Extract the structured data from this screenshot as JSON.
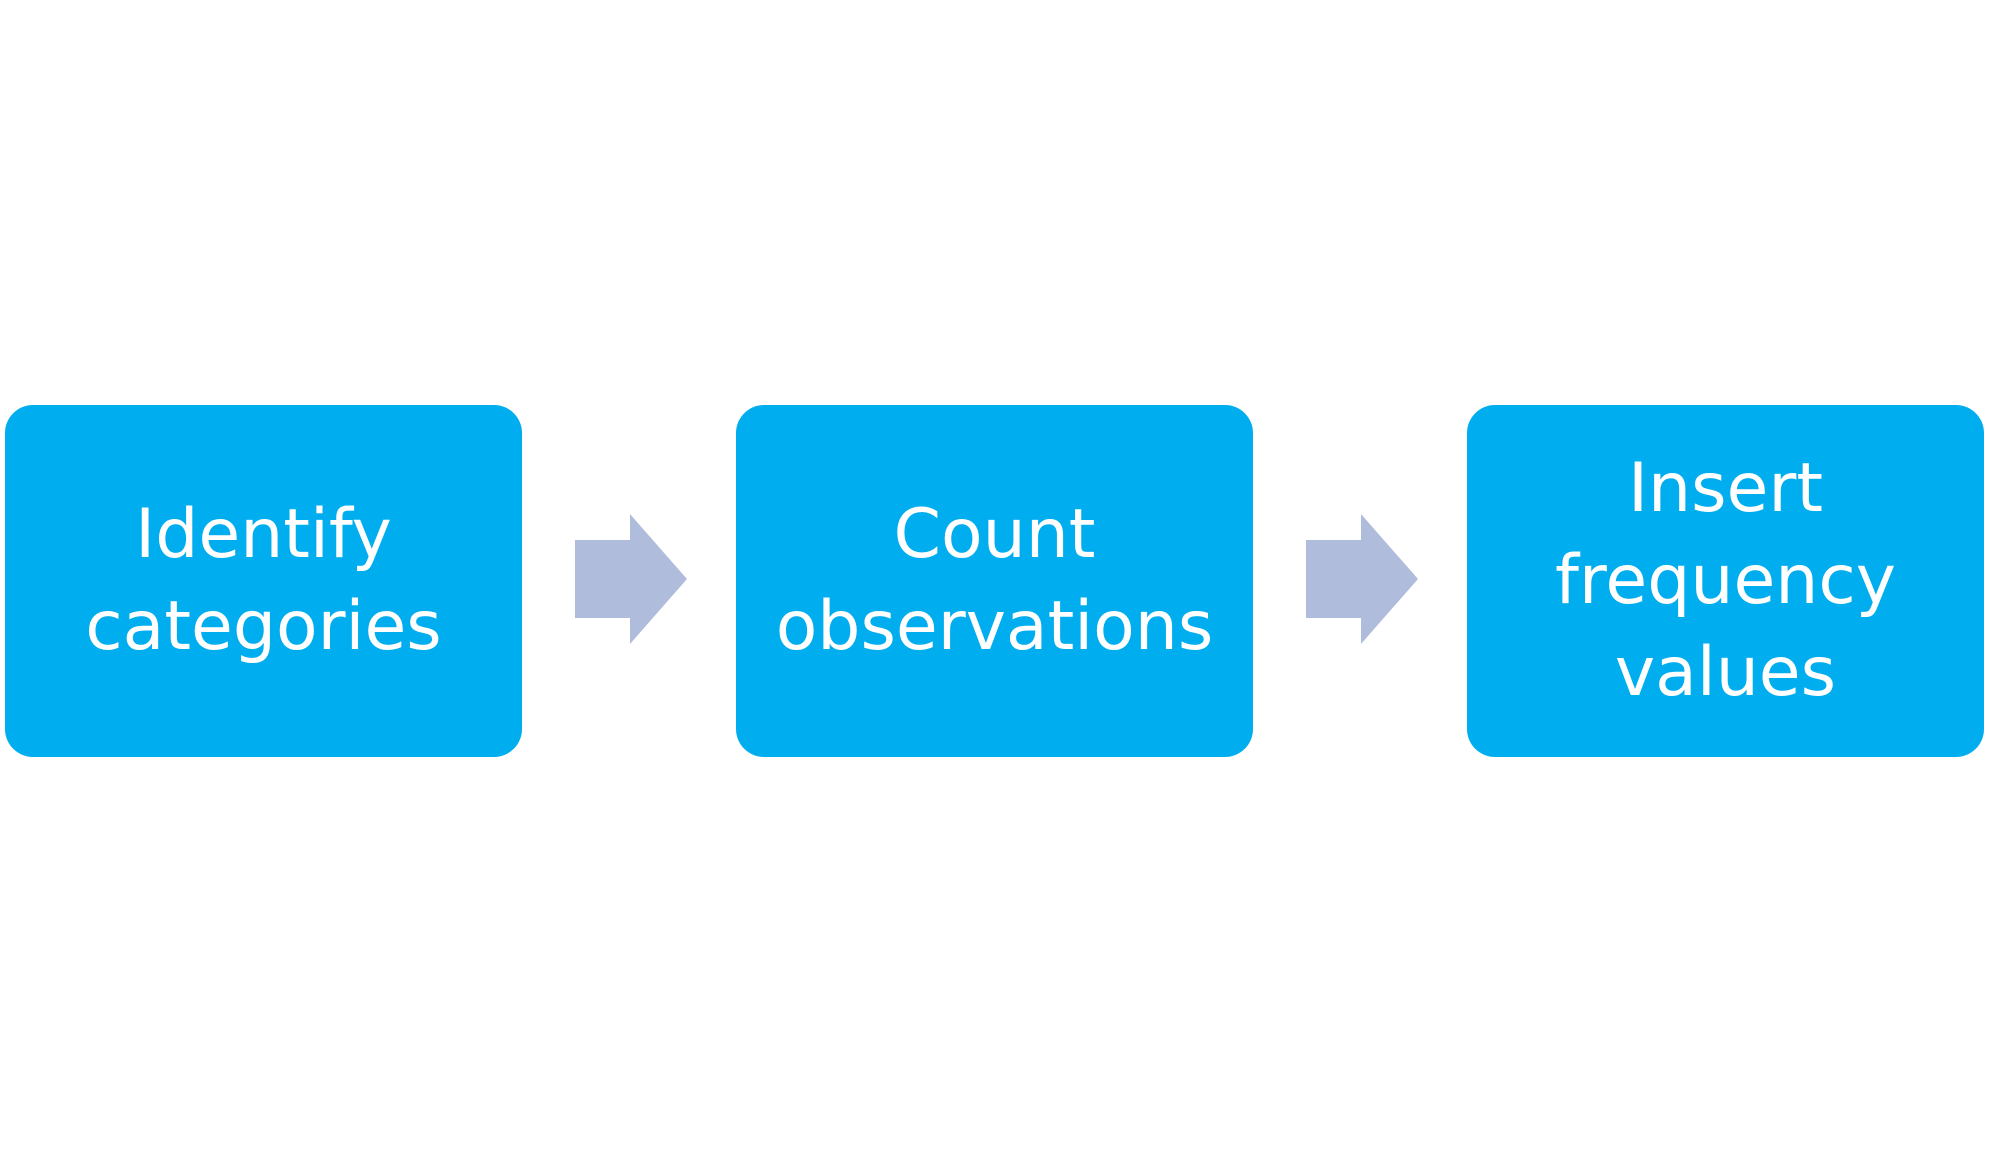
{
  "diagram": {
    "colors": {
      "box_fill": "#00aeef",
      "box_text": "#ffffff",
      "arrow_fill": "#b0bcdc",
      "background": "#ffffff"
    },
    "steps": [
      {
        "label_lines": [
          "Identify",
          "categories"
        ]
      },
      {
        "label_lines": [
          "Count",
          "observations"
        ]
      },
      {
        "label_lines": [
          "Insert",
          "frequency",
          "values"
        ]
      }
    ],
    "connectors": [
      {
        "icon": "right-arrow-icon"
      },
      {
        "icon": "right-arrow-icon"
      }
    ]
  }
}
